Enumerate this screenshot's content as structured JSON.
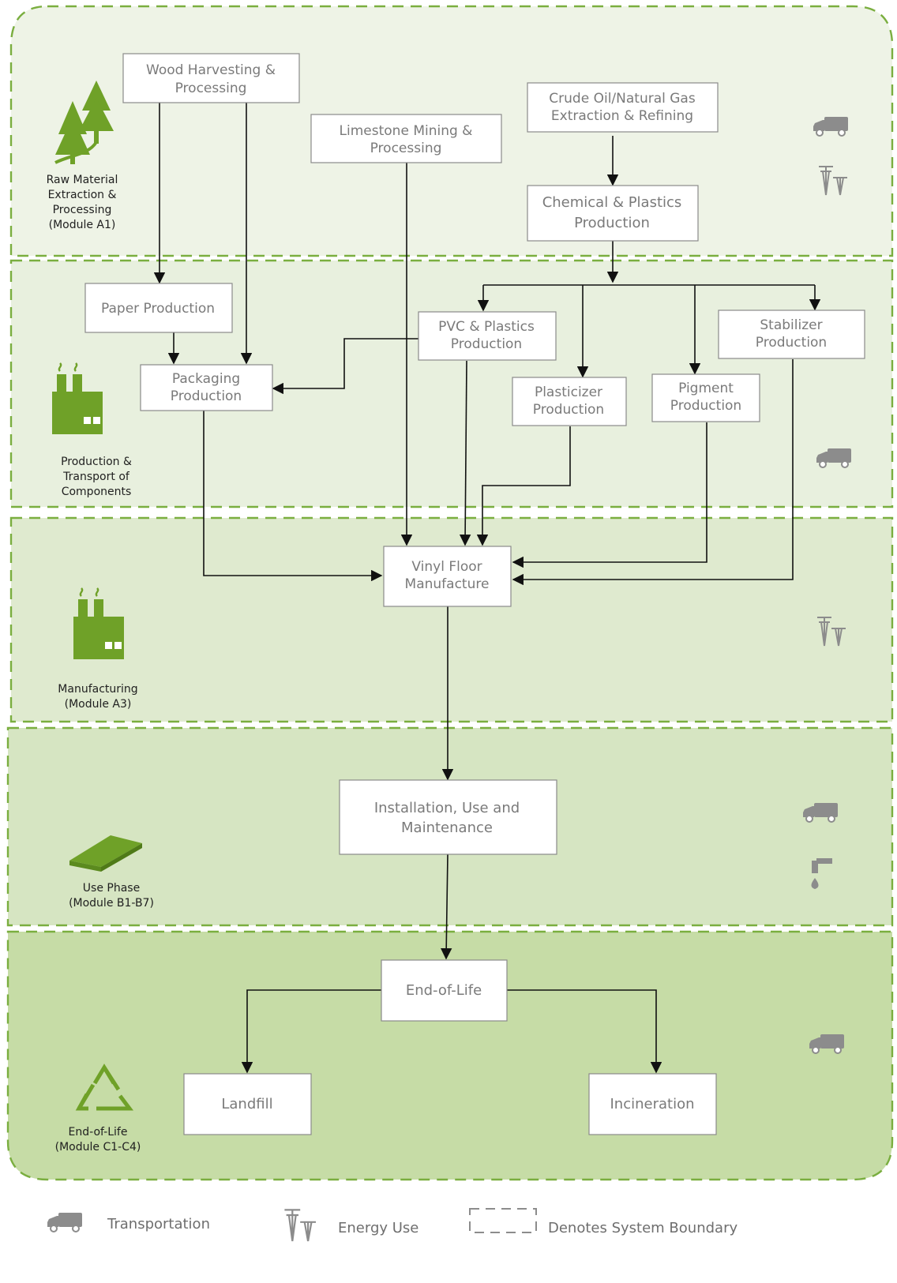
{
  "stages": {
    "raw": {
      "label": [
        "Raw Material",
        "Extraction &",
        "Processing",
        "(Module A1)"
      ]
    },
    "components": {
      "label": [
        "Production &",
        "Transport of",
        "Components"
      ]
    },
    "manufacturing": {
      "label": [
        "Manufacturing",
        "(Module A3)"
      ]
    },
    "use": {
      "label": [
        "Use Phase",
        "(Module B1-B7)"
      ]
    },
    "eol": {
      "label": [
        "End-of-Life",
        "(Module C1-C4)"
      ]
    }
  },
  "nodes": {
    "wood": {
      "lines": [
        "Wood Harvesting &",
        "Processing"
      ]
    },
    "limestone": {
      "lines": [
        "Limestone Mining &",
        "Processing"
      ]
    },
    "crude": {
      "lines": [
        "Crude Oil/Natural Gas",
        "Extraction & Refining"
      ]
    },
    "chemical": {
      "lines": [
        "Chemical & Plastics",
        "Production"
      ]
    },
    "paper": {
      "lines": [
        "Paper Production"
      ]
    },
    "pvc": {
      "lines": [
        "PVC & Plastics",
        "Production"
      ]
    },
    "stabilizer": {
      "lines": [
        "Stabilizer",
        "Production"
      ]
    },
    "packaging": {
      "lines": [
        "Packaging",
        "Production"
      ]
    },
    "plasticizer": {
      "lines": [
        "Plasticizer",
        "Production"
      ]
    },
    "pigment": {
      "lines": [
        "Pigment",
        "Production"
      ]
    },
    "vinyl": {
      "lines": [
        "Vinyl Floor",
        "Manufacture"
      ]
    },
    "install": {
      "lines": [
        "Installation, Use and",
        "Maintenance"
      ]
    },
    "eol": {
      "lines": [
        "End-of-Life"
      ]
    },
    "landfill": {
      "lines": [
        "Landfill"
      ]
    },
    "incineration": {
      "lines": [
        "Incineration"
      ]
    }
  },
  "legend": {
    "transportation": "Transportation",
    "energy": "Energy Use",
    "boundary": "Denotes System Boundary"
  },
  "colors": {
    "band1": "#eef3e6",
    "band2": "#e8f0de",
    "band3": "#dfeacf",
    "band4": "#d6e5c2",
    "band5": "#c6dca6",
    "boundary": "#7aae3f",
    "icon_green": "#6fa128",
    "icon_gray": "#8c8c8c"
  },
  "icons": [
    "tree-icon",
    "factory-icon",
    "floor-tile-icon",
    "recycle-icon",
    "truck-icon",
    "power-pylon-icon",
    "water-tap-icon"
  ]
}
